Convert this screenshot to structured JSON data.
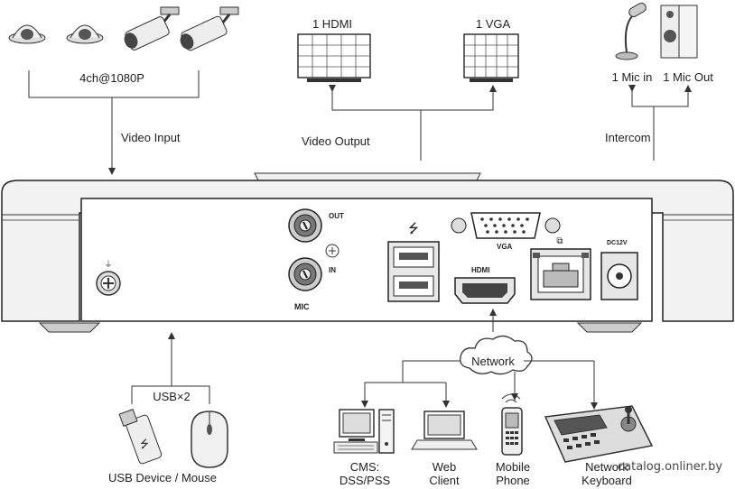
{
  "inputs": {
    "cameras_label": "4ch@1080P",
    "video_input_label": "Video Input"
  },
  "outputs": {
    "hdmi_label": "1 HDMI",
    "vga_label": "1 VGA",
    "video_output_label": "Video Output"
  },
  "intercom": {
    "mic_in_label": "1 Mic in",
    "mic_out_label": "1 Mic Out",
    "intercom_label": "Intercom"
  },
  "rear_panel": {
    "audio_out": "OUT",
    "audio_in": "IN",
    "mic": "MIC",
    "vga": "VGA",
    "hdmi": "HDMI",
    "power": "DC12V"
  },
  "usb": {
    "usb_count_label": "USB×2",
    "device_label": "USB Device / Mouse"
  },
  "network": {
    "cloud_label": "Network",
    "clients": [
      {
        "label": "CMS:\nDSS/PSS"
      },
      {
        "label": "Web\nClient"
      },
      {
        "label": "Mobile\nPhone"
      },
      {
        "label": "Network\nKeyboard"
      }
    ]
  },
  "watermark": "catalog.onliner.by"
}
